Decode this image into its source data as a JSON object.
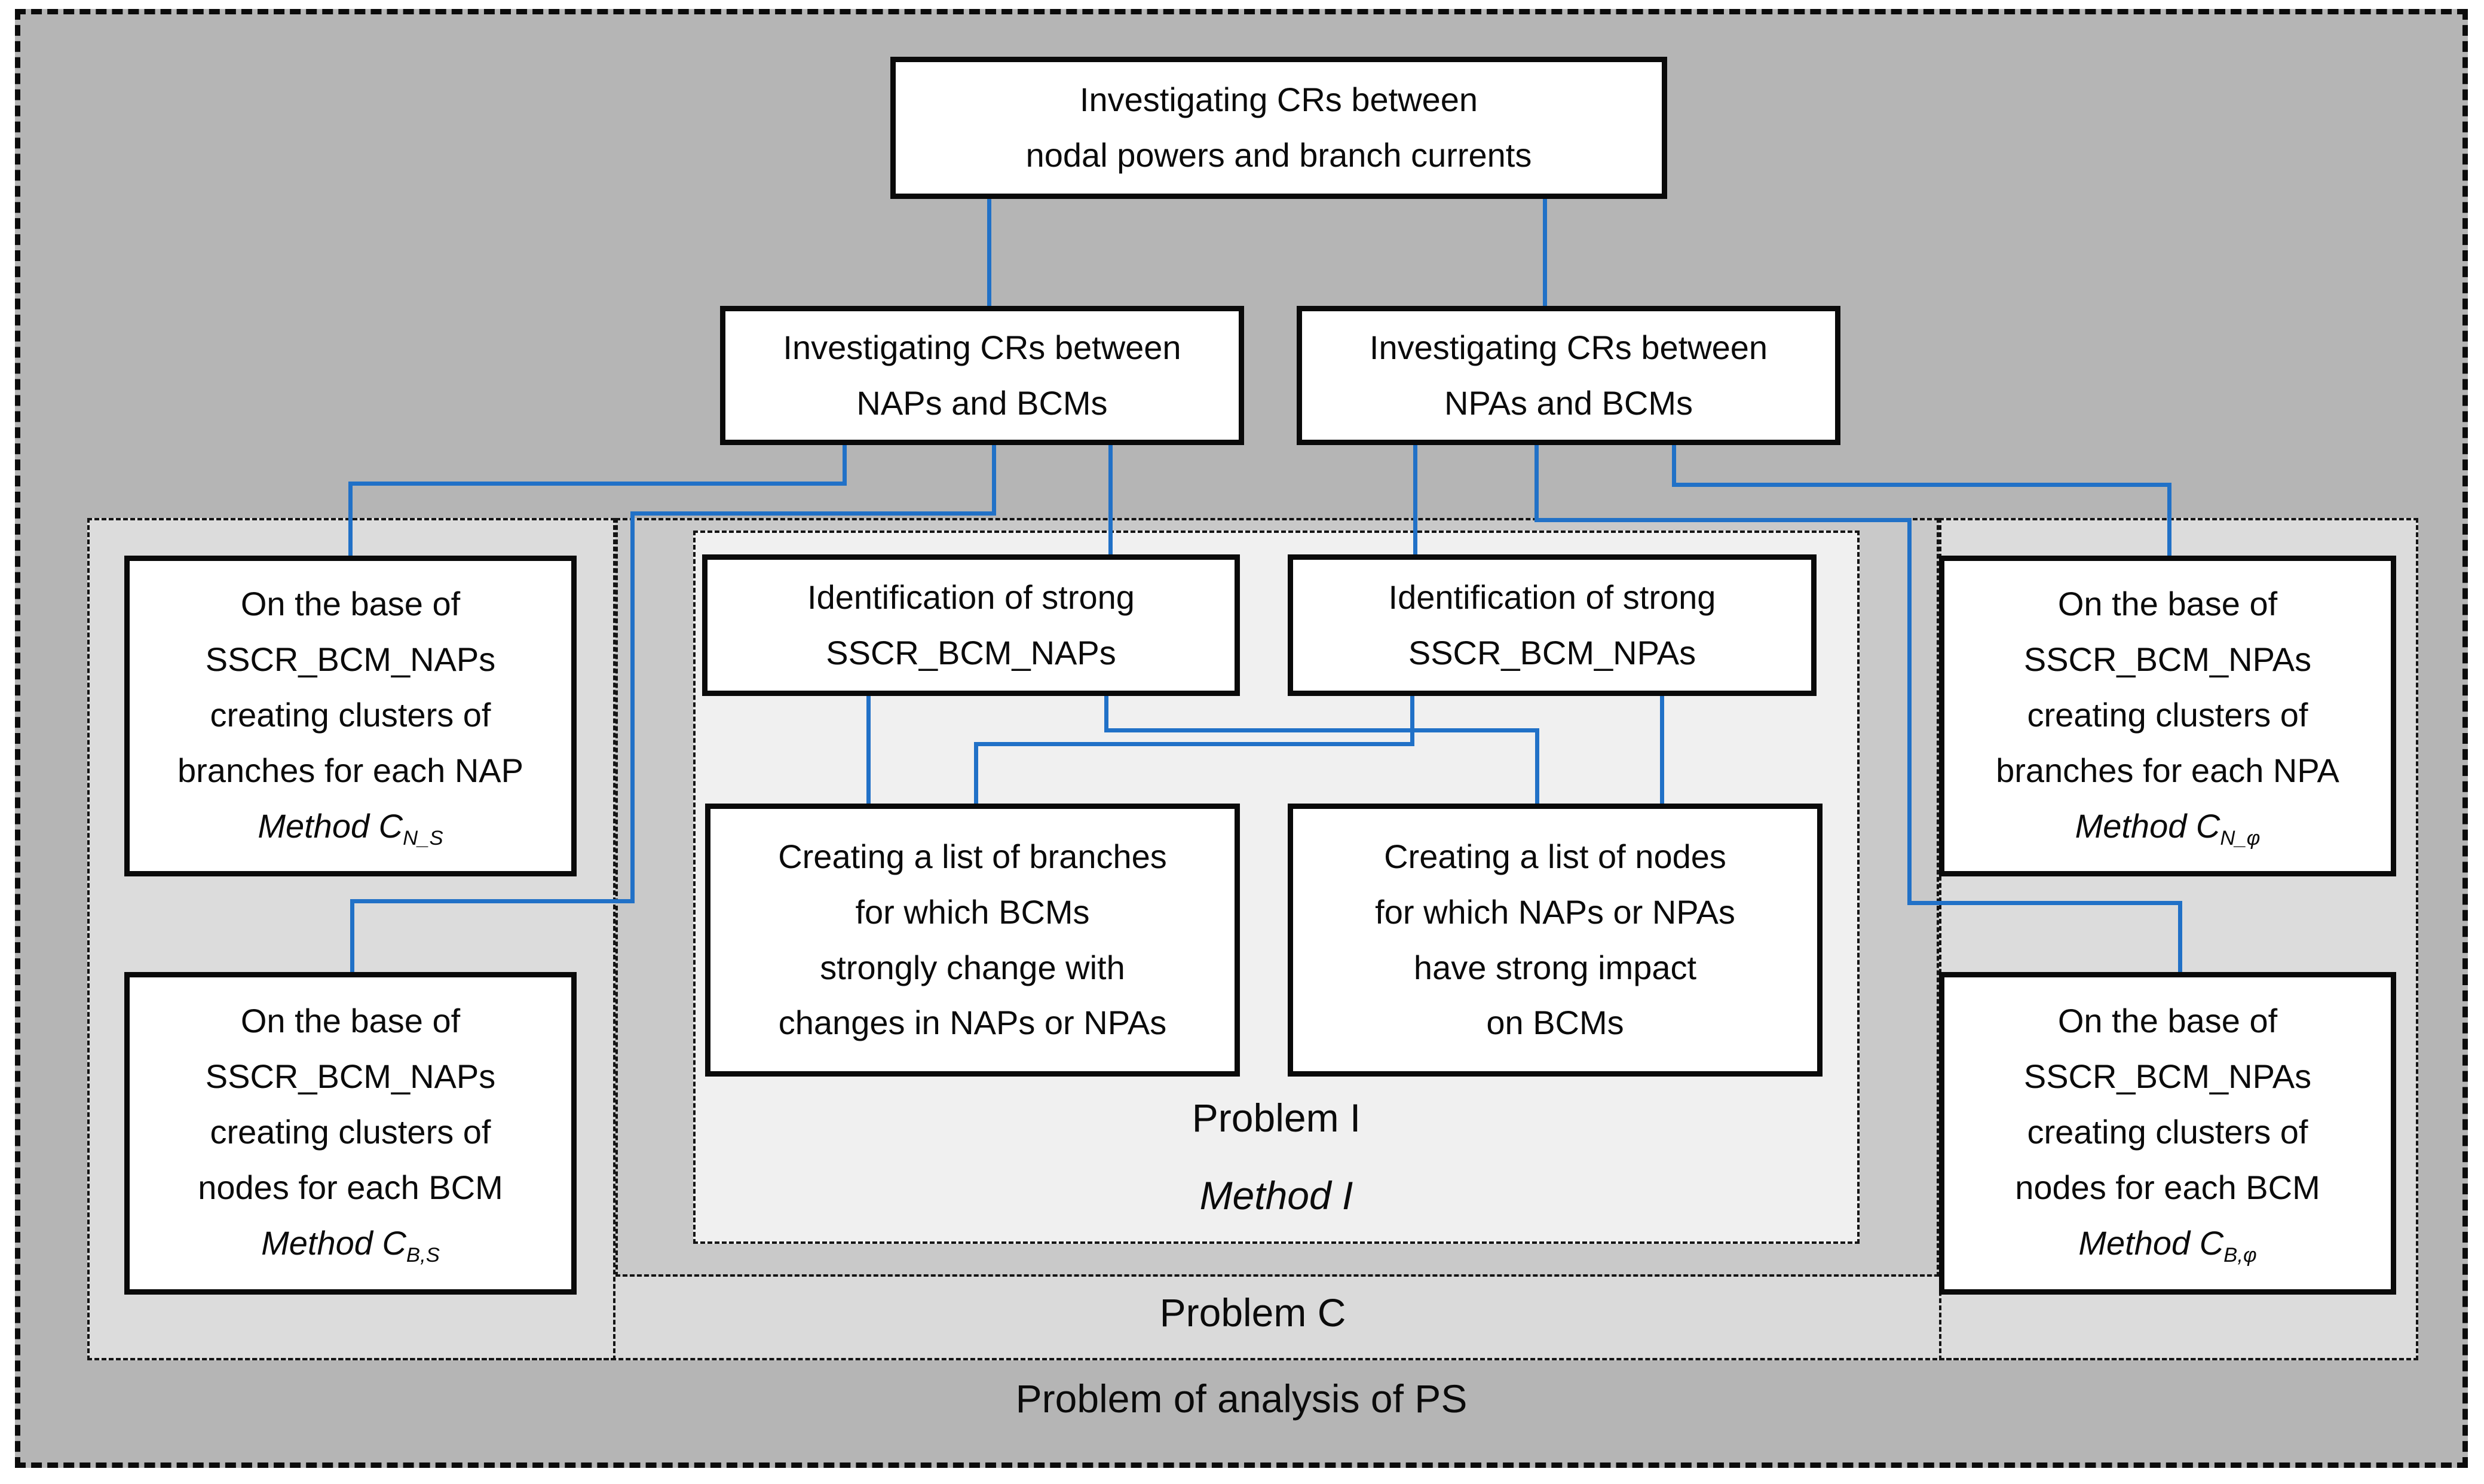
{
  "diagram": {
    "title_region_label": "Problem of analysis of PS",
    "problem_c_label": "Problem C",
    "problem_i_label": "Problem I",
    "method_i_label": "Method I",
    "colors": {
      "connector_blue": "#2171c7",
      "outer_background": "#b5b5b5",
      "problem_c_background": "#dadada",
      "middle_band_background": "#c9c9c9",
      "problem_i_background": "#f0f0f0",
      "node_background": "#ffffff",
      "border_black": "#0a0a0a"
    },
    "boxes": {
      "root": {
        "lines": [
          "Investigating CRs between",
          "nodal powers and branch currents"
        ]
      },
      "naps": {
        "lines": [
          "Investigating CRs between",
          "NAPs and BCMs"
        ]
      },
      "npas": {
        "lines": [
          "Investigating CRs between",
          "NPAs and BCMs"
        ]
      },
      "left_top": {
        "lines": [
          "On the base of",
          "SSCR_BCM_NAPs",
          "creating clusters of",
          "branches for each NAP"
        ],
        "method_prefix": "Method C",
        "method_sub": "N_S"
      },
      "left_bottom": {
        "lines": [
          "On the base of",
          "SSCR_BCM_NAPs",
          "creating clusters of",
          "nodes for each BCM"
        ],
        "method_prefix": "Method C",
        "method_sub": "B,S"
      },
      "ident_naps": {
        "lines": [
          "Identification of strong",
          "SSCR_BCM_NAPs"
        ]
      },
      "ident_npas": {
        "lines": [
          "Identification of strong",
          "SSCR_BCM_NPAs"
        ]
      },
      "branches_list": {
        "lines": [
          "Creating a list of branches",
          "for which BCMs",
          "strongly change with",
          "changes in NAPs or NPAs"
        ]
      },
      "nodes_list": {
        "lines": [
          "Creating a list of nodes",
          "for which NAPs or NPAs",
          "have strong impact",
          "on BCMs"
        ]
      },
      "right_top": {
        "lines": [
          "On the base of",
          "SSCR_BCM_NPAs",
          "creating clusters of",
          "branches for each NPA"
        ],
        "method_prefix": "Method C",
        "method_sub": "N_φ"
      },
      "right_bottom": {
        "lines": [
          "On the base of",
          "SSCR_BCM_NPAs",
          "creating clusters of",
          "nodes for each BCM"
        ],
        "method_prefix": "Method C",
        "method_sub": "B,φ"
      }
    }
  }
}
